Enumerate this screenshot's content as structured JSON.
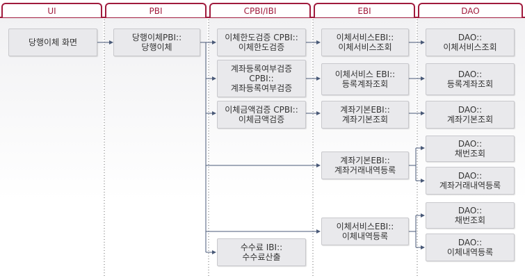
{
  "lanes": [
    "UI",
    "PBI",
    "CPBI/IBI",
    "EBI",
    "DAO"
  ],
  "boxes": {
    "ui_transfer_screen": "당행이체 화면",
    "pbi_transfer": "당행이체PBI::\n당행이체",
    "cpbi_limit": "이체한도검증 CPBI::\n이체한도검증",
    "cpbi_account_reg": "계좌등록여부검증\nCPBI::\n계좌등록여부검증",
    "cpbi_amount": "이체금액검증 CPBI::\n이체금액검증",
    "ibi_fee": "수수료 IBI::\n수수료산출",
    "ebi_service_inquiry": "이체서비스EBI::\n이체서비스조회",
    "ebi_reg_account": "이체서비스 EBI::\n등록계좌조회",
    "ebi_account_basic": "계좌기본EBI::\n계좌기본조회",
    "ebi_account_txn": "계좌기본EBI::\n계좌거래내역등록",
    "ebi_transfer_reg": "이체서비스EBI::\n이체내역등록",
    "dao_service_inquiry": "DAO::\n이체서비스조회",
    "dao_reg_account": "DAO::\n등록계좌조회",
    "dao_account_basic": "DAO::\n계좌기본조회",
    "dao_seq_1": "DAO::\n채번조회",
    "dao_txn_reg": "DAO::\n계좌거래내역등록",
    "dao_seq_2": "DAO::\n채번조회",
    "dao_transfer_reg": "DAO::\n이체내역등록"
  },
  "colors": {
    "lane_header": "#a01a3c",
    "box_fill": "#e9e9ec",
    "connector": "#4a5a78"
  }
}
